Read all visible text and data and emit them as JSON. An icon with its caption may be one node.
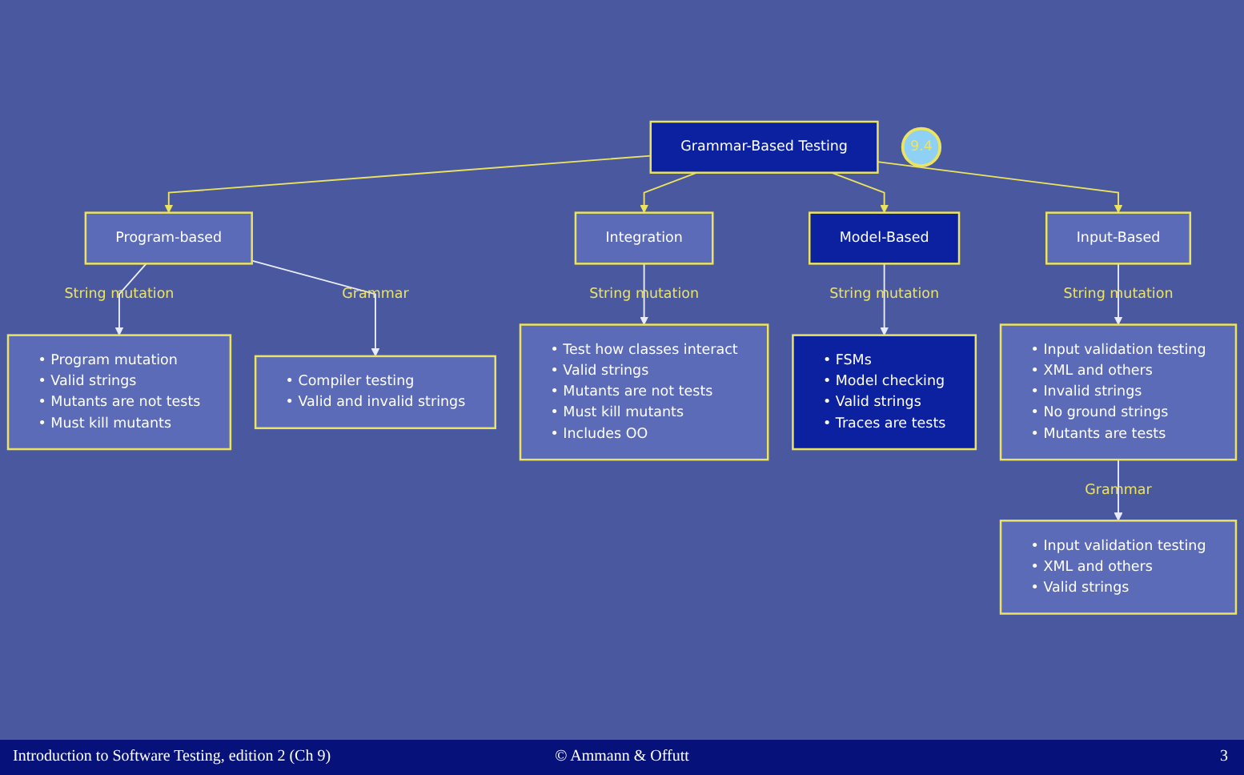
{
  "diagram": {
    "nodes": [
      {
        "text": [
          "Grammar-Based Testing"
        ]
      },
      {
        "text": [
          "9.4"
        ]
      },
      {
        "text": [
          "Program-based"
        ]
      },
      {
        "text": [
          "Integration"
        ]
      },
      {
        "text": [
          "Model-Based"
        ]
      },
      {
        "text": [
          "Input-Based"
        ]
      },
      {
        "text": [
          "• Program mutation",
          "• Valid strings",
          "• Mutants are not tests",
          "• Must kill mutants"
        ]
      },
      {
        "text": [
          "• Compiler testing",
          "• Valid and invalid strings"
        ]
      },
      {
        "text": [
          "• Test how classes interact",
          "• Valid strings",
          "• Mutants are not tests",
          "• Must kill mutants",
          "• Includes OO"
        ]
      },
      {
        "text": [
          "• FSMs",
          "• Model checking",
          "• Valid strings",
          "• Traces are tests"
        ]
      },
      {
        "text": [
          "• Input validation testing",
          "• XML and others",
          "• Invalid strings",
          "• No ground strings",
          "• Mutants are tests"
        ]
      },
      {
        "text": [
          "• Input validation testing",
          "• XML and others",
          "• Valid strings"
        ]
      }
    ],
    "edges": [
      {
        "from": 0,
        "to": 2,
        "arrow": "to",
        "color": "#ece45e"
      },
      {
        "from": 0,
        "to": 3,
        "arrow": "to",
        "color": "#ece45e"
      },
      {
        "from": 0,
        "to": 4,
        "arrow": "to",
        "color": "#ece45e"
      },
      {
        "from": 0,
        "to": 5,
        "arrow": "to",
        "color": "#ece45e"
      },
      {
        "from": 2,
        "to": 6,
        "arrow": "to",
        "label": "String mutation"
      },
      {
        "from": 2,
        "to": 7,
        "arrow": "to",
        "label": "Grammar"
      },
      {
        "from": 3,
        "to": 8,
        "arrow": "to",
        "label": "String mutation"
      },
      {
        "from": 4,
        "to": 9,
        "arrow": "to",
        "label": "String mutation"
      },
      {
        "from": 5,
        "to": 10,
        "arrow": "to",
        "label": "String mutation"
      },
      {
        "from": 10,
        "to": 11,
        "arrow": "to",
        "label": "Grammar"
      }
    ],
    "labels": [
      "Introduction to Software Testing, edition 2 (Ch 9)",
      "© Ammann & Offutt",
      "3"
    ]
  }
}
